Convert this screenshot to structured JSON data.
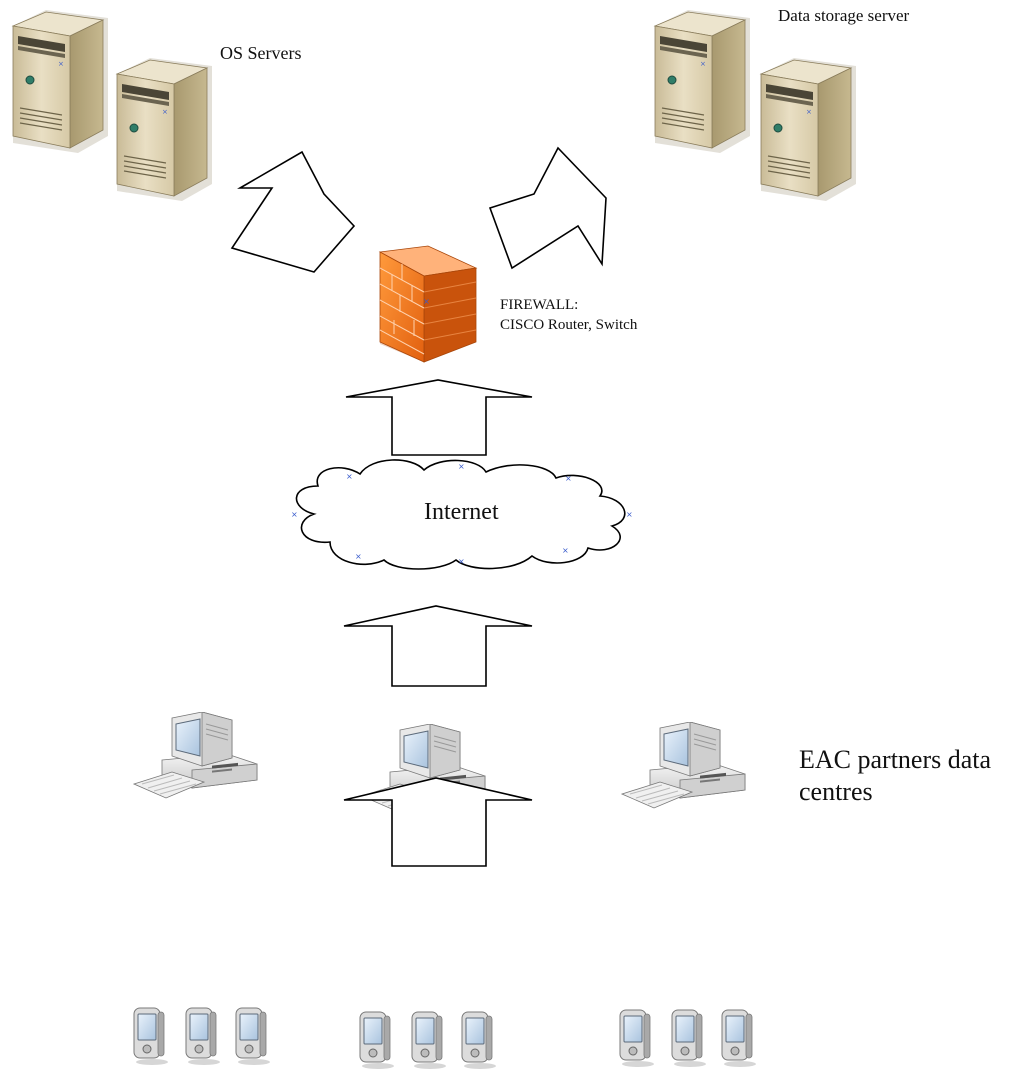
{
  "labels": {
    "os_servers": "OS Servers",
    "data_storage": "Data storage server",
    "firewall_line1": "FIREWALL:",
    "firewall_line2": "CISCO Router, Switch",
    "internet": "Internet",
    "partners_line1": "EAC partners data",
    "partners_line2": "centres"
  },
  "icons": {
    "server": "server-tower-icon",
    "firewall": "firewall-brick-icon",
    "cloud": "cloud-icon",
    "computer": "desktop-computer-icon",
    "handheld": "pda-device-icon"
  },
  "colors": {
    "server_body": "#ded2b2",
    "server_side": "#b8aa86",
    "firewall_front": "#f2751f",
    "firewall_side": "#c9530c",
    "computer_case": "#e6e6e6",
    "screen": "#cfe0f2",
    "arrow_stroke": "#000000"
  }
}
